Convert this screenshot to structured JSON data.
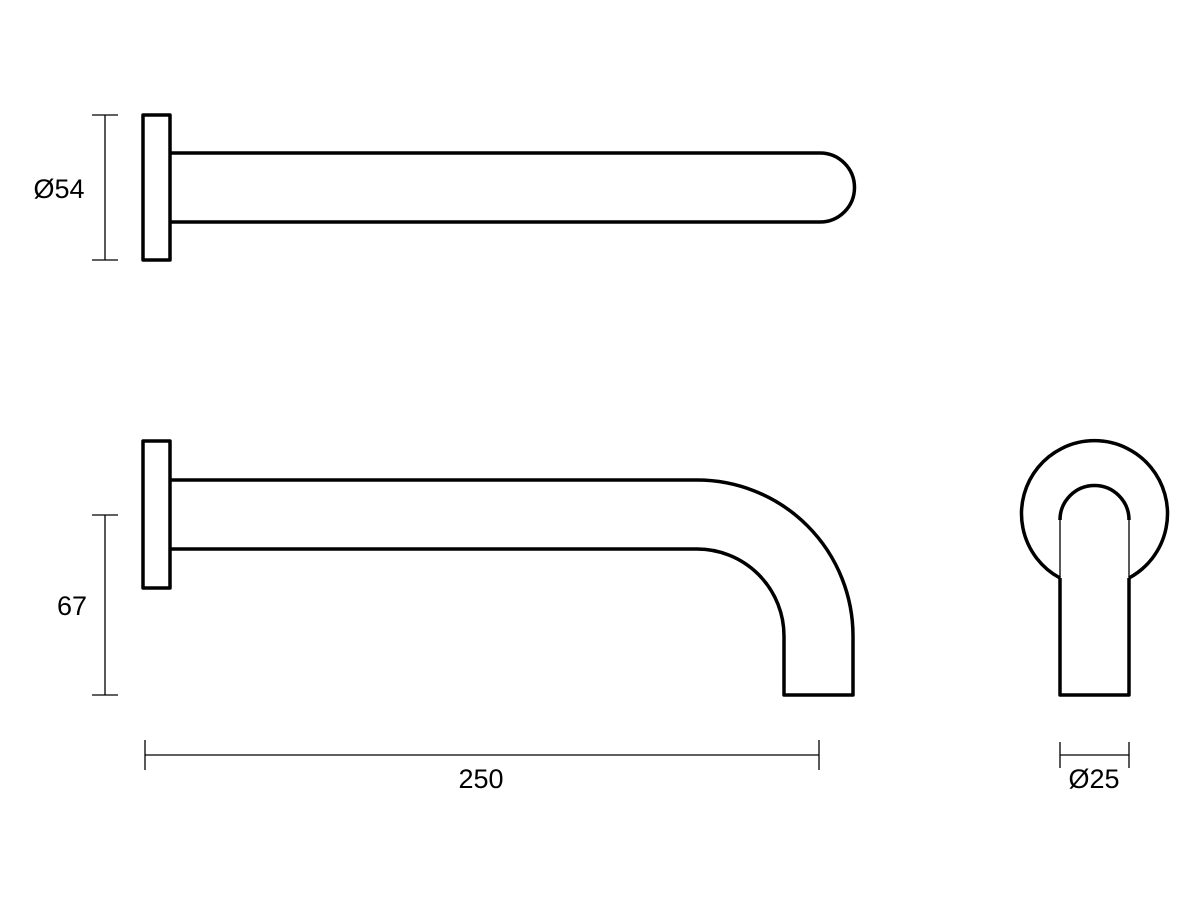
{
  "dimensions": {
    "top_view_diameter": "Ø54",
    "side_view_height": "67",
    "side_view_length": "250",
    "end_view_diameter": "Ø25"
  },
  "colors": {
    "line": "#000000",
    "background": "#ffffff"
  }
}
